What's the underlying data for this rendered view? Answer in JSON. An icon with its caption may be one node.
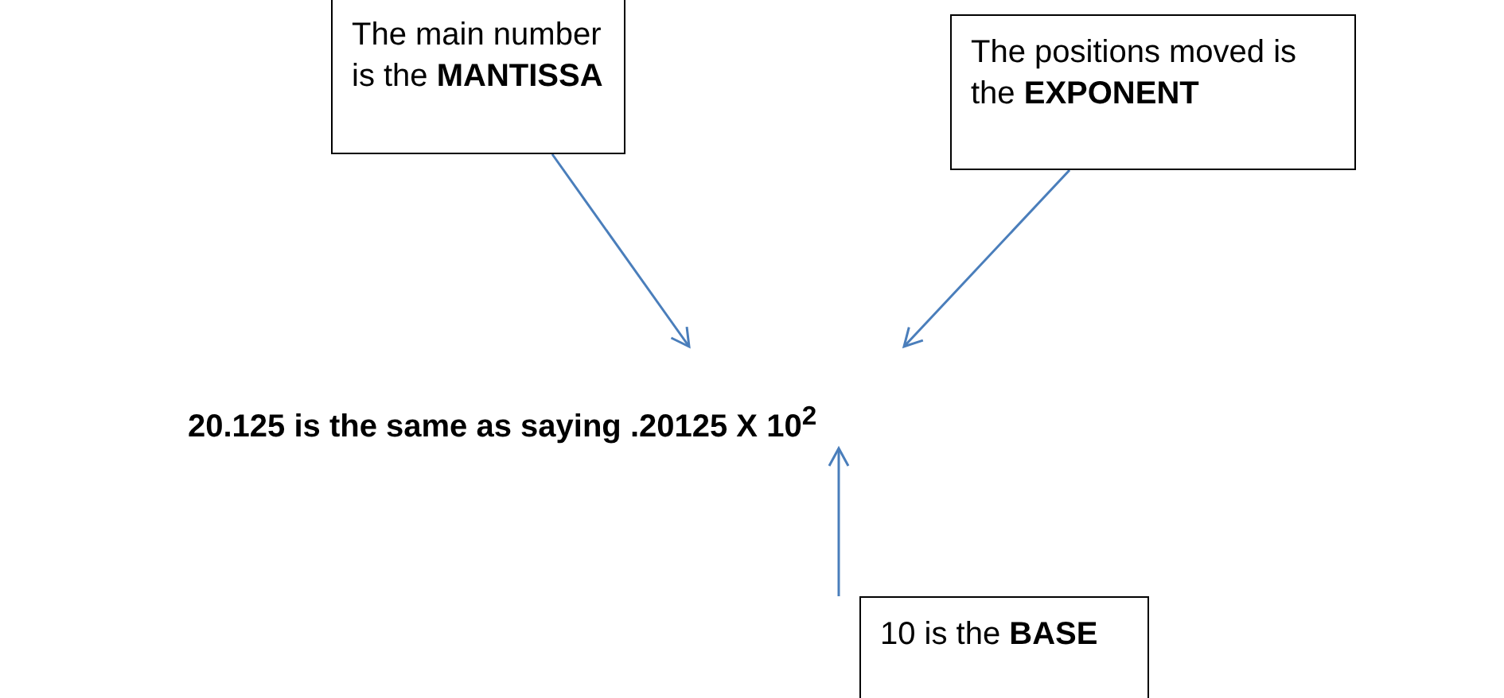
{
  "diagram": {
    "nodes": [
      {
        "text": [
          "The main number is the **MANTISSA**"
        ]
      },
      {
        "text": [
          "The positions moved is the **EXPONENT**"
        ]
      },
      {
        "text": [
          "20.125 is the same as saying .20125 X 10$^{2}$"
        ]
      },
      {
        "text": [
          "10 is the **BASE**"
        ]
      }
    ],
    "edges": [
      {
        "from": 0,
        "to": 2,
        "arrow": "to"
      },
      {
        "from": 1,
        "to": 2,
        "arrow": "to"
      },
      {
        "from": 3,
        "to": 2,
        "arrow": "to"
      }
    ]
  }
}
